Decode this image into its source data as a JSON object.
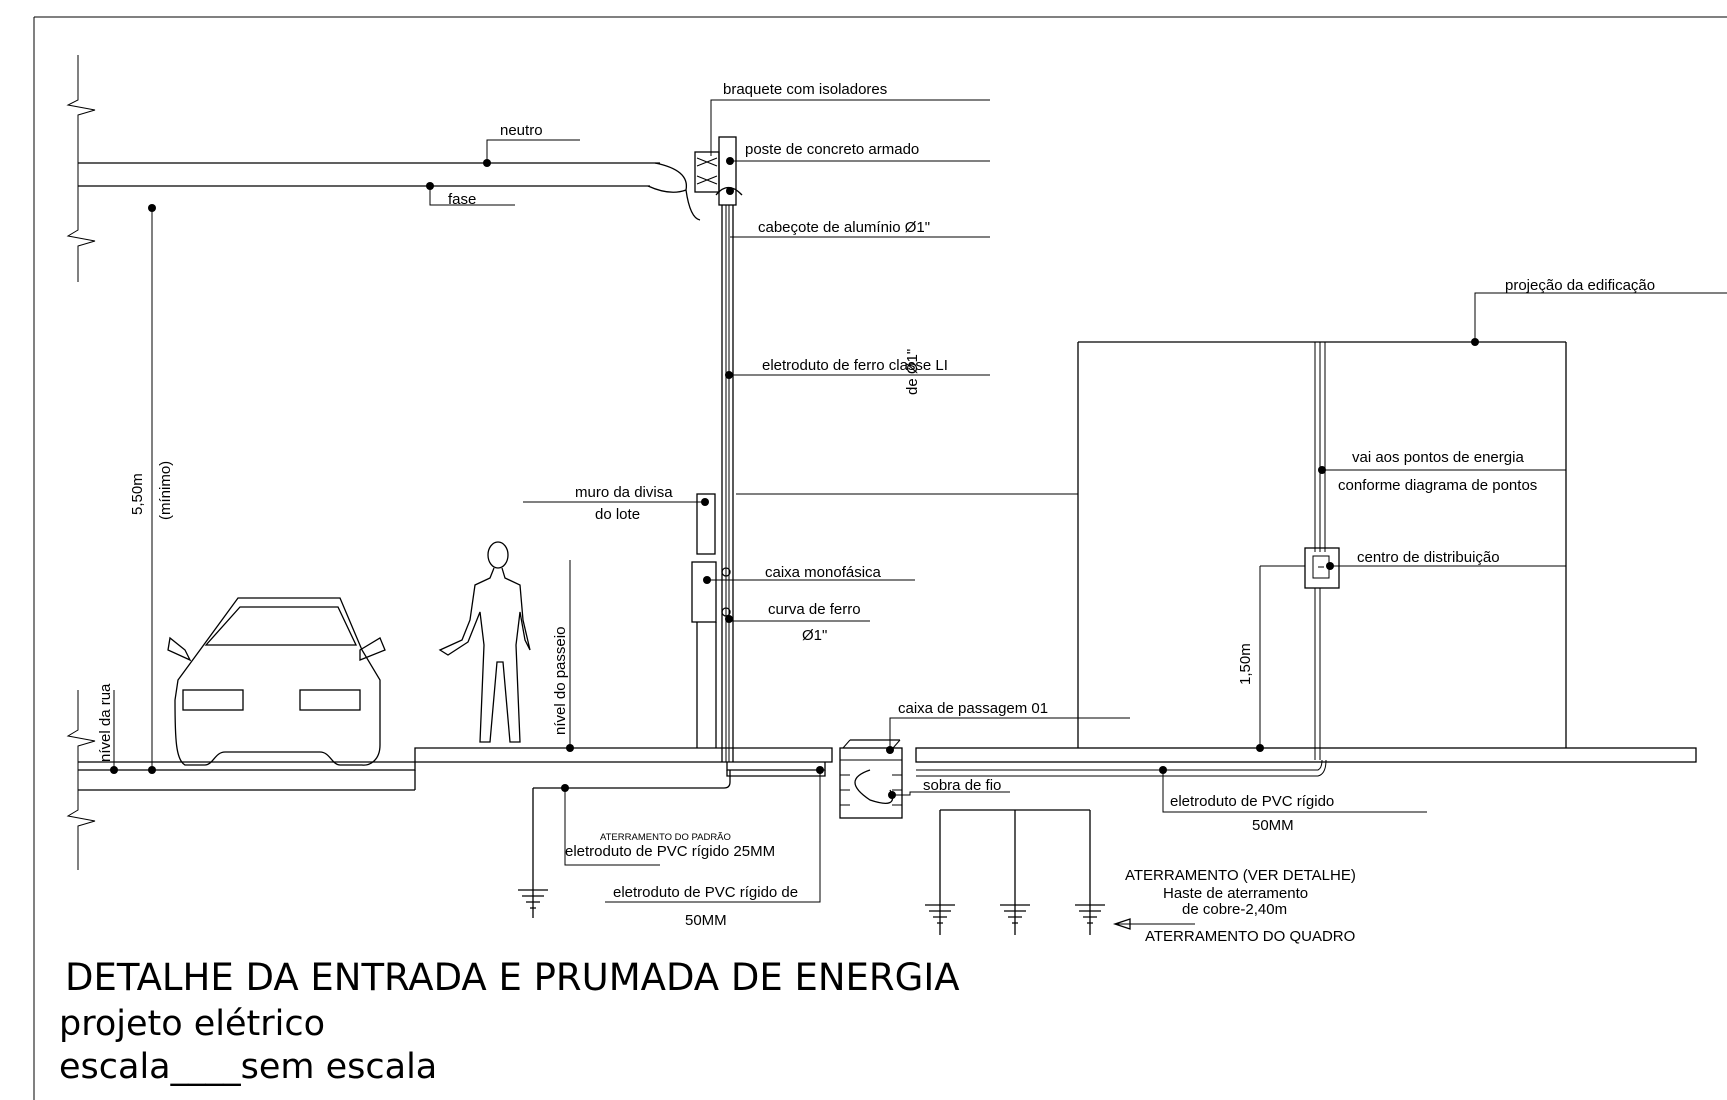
{
  "labels": {
    "braquete": "braquete com isoladores",
    "neutro": "neutro",
    "poste": "poste de concreto armado",
    "fase": "fase",
    "cabecote": "cabeçote de alumínio Ø1\"",
    "projecao": "projeção da edificação",
    "eletroduto_ferro": "eletroduto de ferro classe LI",
    "de_1": "de Ø1\"",
    "altura_min": "5,50m",
    "minimo": "(mínimo)",
    "vai_aos_pontos": "vai aos pontos de energia",
    "conforme_diagrama": "conforme diagrama de pontos",
    "muro_1": "muro da divisa",
    "muro_2": "do lote",
    "centro_distribuicao": "centro de distribuição",
    "caixa_monofasica": "caixa monofásica",
    "curva_ferro": "curva de ferro",
    "curva_diam": "Ø1\"",
    "nivel_passeio": "nível do passeio",
    "altura_cd": "1,50m",
    "nivel_rua": "nível da rua",
    "caixa_passagem": "caixa de passagem 01",
    "sobra_fio": "sobra de fio",
    "eletroduto_pvc_rigido": "eletroduto de PVC rígido",
    "pvc_50_right": "50MM",
    "aterramento_padrao": "ATERRAMENTO DO PADRÃO",
    "pvc_25": "eletroduto de PVC rígido 25MM",
    "pvc_rigido_de": "eletroduto de PVC rígido de",
    "pvc_50_left": "50MM",
    "aterr_ver_detalhe": "ATERRAMENTO (VER DETALHE)",
    "haste": "Haste de aterramento",
    "cobre": "de cobre-2,40m",
    "aterr_quadro": "ATERRAMENTO DO QUADRO"
  },
  "title_block": {
    "title": "DETALHE DA ENTRADA E PRUMADA DE ENERGIA",
    "subtitle": "projeto elétrico",
    "scale_prefix": "escala",
    "scale_blank": "____",
    "scale_value": "sem escala"
  }
}
